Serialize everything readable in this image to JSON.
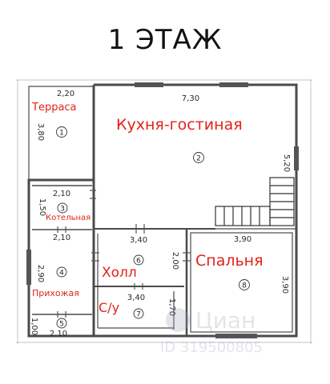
{
  "title": "1 ЭТАЖ",
  "rooms": [
    {
      "id": "terrace",
      "name": "Терраса",
      "number": "1",
      "width_label": "2,20",
      "height_label": "3,80"
    },
    {
      "id": "kitchen",
      "name": "Кухня-гостиная",
      "number": "2",
      "width_label": "7,30",
      "height_label": "5,20"
    },
    {
      "id": "boiler",
      "name": "Котельная",
      "number": "3",
      "width_label": "2,10",
      "height_label": "1,50"
    },
    {
      "id": "hallway",
      "name": "Прихожая",
      "number": "4",
      "width_label": "2,10",
      "height_label": "2,90"
    },
    {
      "id": "room5",
      "name": "",
      "number": "5",
      "width_label": "2,10",
      "height_label": "1,00"
    },
    {
      "id": "hall",
      "name": "Холл",
      "number": "6",
      "width_label": "3,40",
      "height_label": "2,00"
    },
    {
      "id": "wc",
      "name": "С/у",
      "number": "7",
      "width_label": "3,40",
      "height_label": "1,70"
    },
    {
      "id": "bedroom",
      "name": "Спальня",
      "number": "8",
      "width_label": "3,90",
      "height_label": "3,90"
    }
  ],
  "watermark": {
    "brand": "Циан",
    "id_text": "ID 319500805"
  },
  "colors": {
    "label_red": "#e2231a",
    "wall": "#4a4a4a",
    "window": "#555555",
    "frame": "#bcc3cf"
  }
}
